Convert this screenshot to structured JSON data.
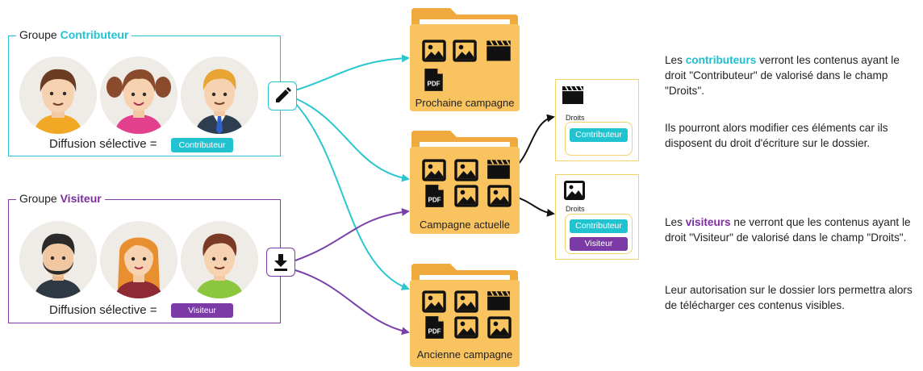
{
  "colors": {
    "teal": "#22c3d1",
    "purple": "#7b3aa5",
    "folder": "#f9c460",
    "folder_back": "#f0a93c",
    "card_border": "#f1d36b",
    "arrow_teal": "#2bc7cf",
    "arrow_purple": "#7a3fa8"
  },
  "contributor_group": {
    "title_prefix": "Groupe ",
    "title_highlight": "Contributeur",
    "diffusion_label": "Diffusion sélective =",
    "tag": "Contributeur",
    "action_icon": "pencil-icon"
  },
  "visitor_group": {
    "title_prefix": "Groupe ",
    "title_highlight": "Visiteur",
    "diffusion_label": "Diffusion sélective =",
    "tag": "Visiteur",
    "action_icon": "download-icon"
  },
  "folders": {
    "next": {
      "label": "Prochaine campagne",
      "icons": [
        "image-icon",
        "image-icon",
        "video-icon",
        "pdf-icon"
      ]
    },
    "current": {
      "label": "Campagne actuelle",
      "icons": [
        "image-icon",
        "image-icon",
        "video-icon",
        "pdf-icon",
        "image-icon",
        "image-icon"
      ]
    },
    "old": {
      "label": "Ancienne campagne",
      "icons": [
        "image-icon",
        "image-icon",
        "video-icon",
        "pdf-icon",
        "image-icon",
        "image-icon"
      ]
    }
  },
  "cards": {
    "video": {
      "field_label": "Droits",
      "rights": [
        "Contributeur"
      ],
      "icon": "video-icon"
    },
    "image": {
      "field_label": "Droits",
      "rights": [
        "Contributeur",
        "Visiteur"
      ],
      "icon": "image-icon"
    }
  },
  "descriptions": {
    "contrib_p1_a": "Les ",
    "contrib_p1_hl": "contributeurs",
    "contrib_p1_b": " verront les contenus ayant le droit \"Contributeur\" de valorisé dans le champ \"Droits\".",
    "contrib_p2": "Ils pourront alors modifier ces éléments car ils disposent du droit d'écriture sur le dossier.",
    "visit_p1_a": "Les ",
    "visit_p1_hl": "visiteurs",
    "visit_p1_b": " ne verront que les contenus ayant le droit \"Visiteur\" de valorisé dans le champ \"Droits\".",
    "visit_p2": "Leur autorisation sur le dossier lors permettra alors de télécharger ces contenus visibles."
  }
}
